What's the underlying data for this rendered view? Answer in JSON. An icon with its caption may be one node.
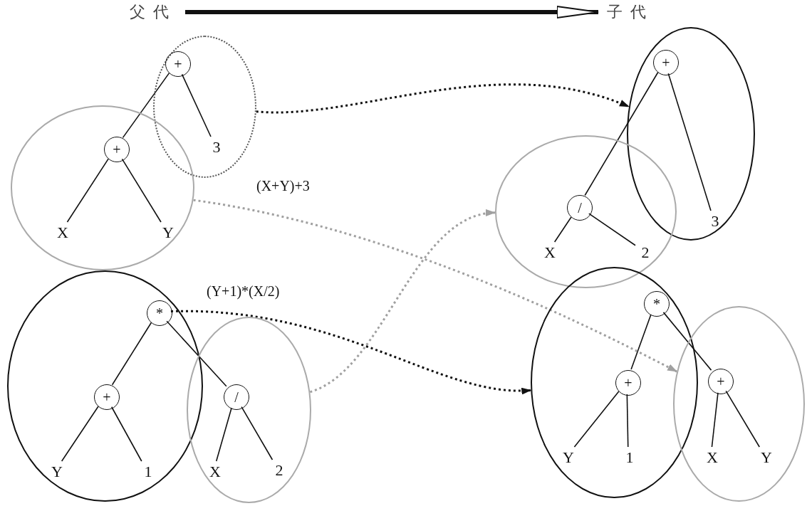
{
  "diagram": {
    "nodes": [
      {
        "text": [
          "父代"
        ]
      },
      {
        "text": [
          "子代"
        ]
      },
      {
        "text": [],
        "shape": "blob"
      },
      {
        "text": [
          "+"
        ],
        "in": 2
      },
      {
        "text": [
          "3"
        ],
        "in": 2
      },
      {
        "text": [],
        "shape": "blob"
      },
      {
        "text": [
          "+"
        ],
        "in": 5
      },
      {
        "text": [
          "X"
        ],
        "in": 5
      },
      {
        "text": [
          "Y"
        ],
        "in": 5
      },
      {
        "text": [],
        "shape": "blob"
      },
      {
        "text": [
          "*"
        ],
        "in": 9
      },
      {
        "text": [
          "+"
        ],
        "in": 9
      },
      {
        "text": [
          "Y"
        ],
        "in": 9
      },
      {
        "text": [
          "1"
        ],
        "in": 9
      },
      {
        "text": [],
        "shape": "blob"
      },
      {
        "text": [
          "/"
        ],
        "in": 14
      },
      {
        "text": [
          "X"
        ],
        "in": 14
      },
      {
        "text": [
          "2"
        ],
        "in": 14
      },
      {
        "text": [],
        "shape": "blob"
      },
      {
        "text": [
          "+"
        ],
        "in": 18
      },
      {
        "text": [
          "3"
        ],
        "in": 18
      },
      {
        "text": [],
        "shape": "blob"
      },
      {
        "text": [
          "/"
        ],
        "in": 21
      },
      {
        "text": [
          "X"
        ],
        "in": 21
      },
      {
        "text": [
          "2"
        ],
        "in": 21
      },
      {
        "text": [],
        "shape": "blob"
      },
      {
        "text": [
          "*"
        ],
        "in": 25
      },
      {
        "text": [
          "+"
        ],
        "in": 25
      },
      {
        "text": [
          "Y"
        ],
        "in": 25
      },
      {
        "text": [
          "1"
        ],
        "in": 25
      },
      {
        "text": [],
        "shape": "blob"
      },
      {
        "text": [
          "+"
        ],
        "in": 30
      },
      {
        "text": [
          "X"
        ],
        "in": 30
      },
      {
        "text": [
          "Y"
        ],
        "in": 30
      }
    ],
    "edges": [
      {
        "from": 0,
        "to": 1,
        "arrow": "to",
        "style": "thick"
      },
      {
        "from": 3,
        "to": 6,
        "arrow": "none"
      },
      {
        "from": 3,
        "to": 4,
        "arrow": "none"
      },
      {
        "from": 6,
        "to": 7,
        "arrow": "none"
      },
      {
        "from": 6,
        "to": 8,
        "arrow": "none"
      },
      {
        "from": 10,
        "to": 11,
        "arrow": "none"
      },
      {
        "from": 10,
        "to": 15,
        "arrow": "none"
      },
      {
        "from": 11,
        "to": 12,
        "arrow": "none"
      },
      {
        "from": 11,
        "to": 13,
        "arrow": "none"
      },
      {
        "from": 15,
        "to": 16,
        "arrow": "none"
      },
      {
        "from": 15,
        "to": 17,
        "arrow": "none"
      },
      {
        "from": 19,
        "to": 22,
        "arrow": "none"
      },
      {
        "from": 19,
        "to": 20,
        "arrow": "none"
      },
      {
        "from": 22,
        "to": 23,
        "arrow": "none"
      },
      {
        "from": 22,
        "to": 24,
        "arrow": "none"
      },
      {
        "from": 26,
        "to": 27,
        "arrow": "none"
      },
      {
        "from": 26,
        "to": 31,
        "arrow": "none"
      },
      {
        "from": 27,
        "to": 28,
        "arrow": "none"
      },
      {
        "from": 27,
        "to": 29,
        "arrow": "none"
      },
      {
        "from": 31,
        "to": 32,
        "arrow": "none"
      },
      {
        "from": 31,
        "to": 33,
        "arrow": "none"
      },
      {
        "from": 2,
        "to": 18,
        "arrow": "to",
        "style": "dashed"
      },
      {
        "from": 5,
        "to": 30,
        "arrow": "to",
        "style": "dashed",
        "color": "#a0a0a0"
      },
      {
        "from": 14,
        "to": 21,
        "arrow": "to",
        "style": "dashed",
        "color": "#a0a0a0"
      },
      {
        "from": 10,
        "to": 25,
        "arrow": "to",
        "style": "dashed"
      }
    ],
    "labels": [
      "(X+Y)+3",
      "(Y+1)*(X/2)"
    ]
  }
}
